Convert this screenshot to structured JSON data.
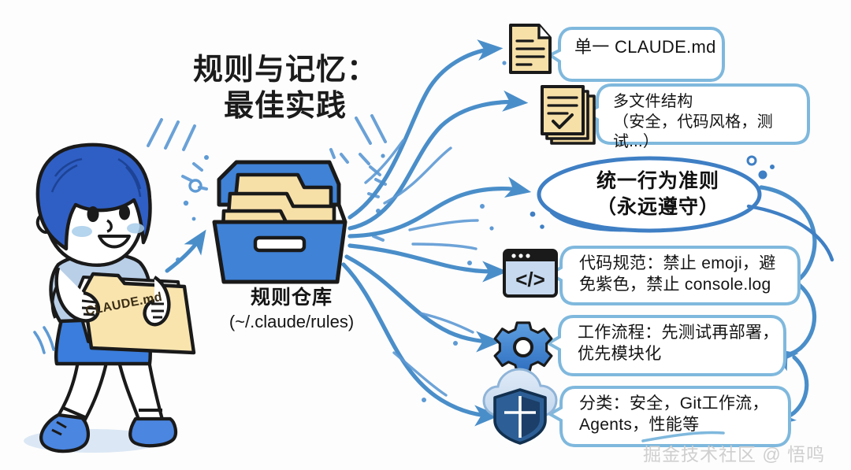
{
  "title": {
    "line1": "规则与记忆：",
    "line2": "最佳实践"
  },
  "center": {
    "repo_name": "规则仓库",
    "repo_path": "(~/.claude/rules)",
    "box_icon": "file-box-icon",
    "character_icon": "girl-carrying-folder-illustration",
    "folder_label": "CLAUDE.md",
    "inbound_arrow_icon": "curved-arrow-icon"
  },
  "nodes": [
    {
      "id": "single-file",
      "icon": "document-icon",
      "shape": "speech-bubble",
      "lines": [
        "单一 CLAUDE.md"
      ]
    },
    {
      "id": "multi-file",
      "icon": "stacked-documents-check-icon",
      "shape": "speech-bubble",
      "lines": [
        "多文件结构",
        "（安全，代码风格，测试...）"
      ]
    },
    {
      "id": "unified-rules",
      "icon": "none",
      "shape": "ellipse",
      "lines": [
        "统一行为准则",
        "（永远遵守）"
      ]
    },
    {
      "id": "code-standards",
      "icon": "code-window-icon",
      "shape": "speech-bubble",
      "lines": [
        "代码规范：禁止 emoji，避",
        "免紫色，禁止 console.log"
      ]
    },
    {
      "id": "workflow",
      "icon": "gear-icon",
      "shape": "speech-bubble",
      "lines": [
        "工作流程：先测试再部署，",
        "优先模块化"
      ]
    },
    {
      "id": "categories",
      "icon": "cloud-shield-icon",
      "shape": "speech-bubble",
      "lines": [
        "分类：安全，Git工作流，",
        "Agents，性能等"
      ]
    }
  ],
  "bubble_text": {
    "single_file": "单一 CLAUDE.md",
    "multi_file_l1": "多文件结构",
    "multi_file_l2": "（安全，代码风格，测试...）",
    "unified_l1": "统一行为准则",
    "unified_l2": "（永远遵守）",
    "code_l1": "代码规范：禁止 emoji，避",
    "code_l2": "免紫色，禁止 console.log",
    "workflow_l1": "工作流程：先测试再部署，",
    "workflow_l2": "优先模块化",
    "categories_l1": "分类：安全，Git工作流，",
    "categories_l2": "Agents，性能等"
  },
  "watermark": "掘金技术社区 @ 悟鸣",
  "colors": {
    "arrow_blue": "#4a8ec9",
    "bubble_outline": "#7fb8dd",
    "box_blue": "#3f82d6",
    "folder_cream": "#f6dfa8",
    "icon_blue": "#4b8fd4",
    "hair_blue": "#2f5fc4",
    "shirt_blue": "#b9cfe8",
    "skirt_blue": "#3a7ddc",
    "outline_dark": "#1a1a1a",
    "watermark_gray": "#cfcfcf"
  }
}
